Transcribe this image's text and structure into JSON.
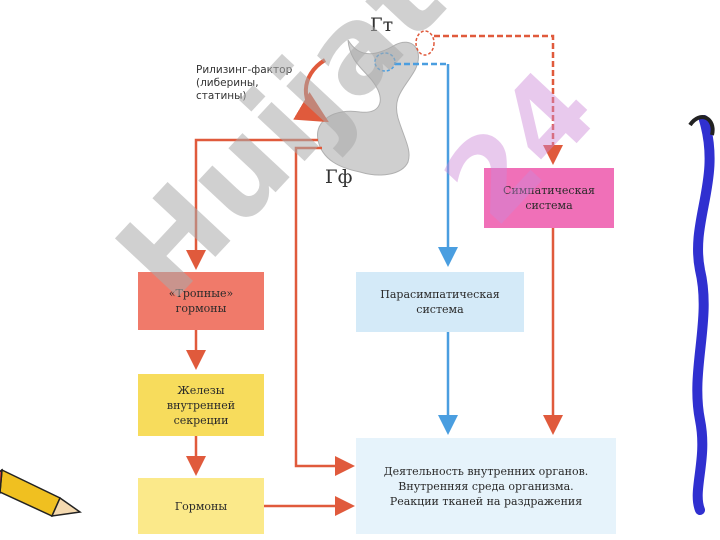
{
  "labels": {
    "gt": "Гт",
    "gf": "Гф",
    "releasing": "Рилизинг-фактор\n(либерины,\n      статины)"
  },
  "boxes": {
    "tropic": "«Тропные»\nгормоны",
    "glands": "Железы\nвнутренней\nсекреции",
    "hormones": "Гормоны",
    "parasym": "Парасимпатическая\nсистема",
    "sym": "Симпатическая\nсистема",
    "organs": "Деятельность внутренних органов.\nВнутренняя среда организма.\nРеакции тканей на раздражения"
  },
  "watermark": {
    "part1": "Huijat",
    "part2": "24"
  },
  "colors": {
    "red_arrow": "#e05a3c",
    "blue_arrow": "#4a9ee0",
    "tropic_fill": "#f07a6a",
    "gland_fill": "#f7dc5c",
    "hormone_fill": "#fbe98a",
    "parasym_fill": "#d4eaf8",
    "sym_fill": "#f070b8",
    "organ_fill": "#e6f3fb",
    "pituitary": "#c9c9c9"
  }
}
